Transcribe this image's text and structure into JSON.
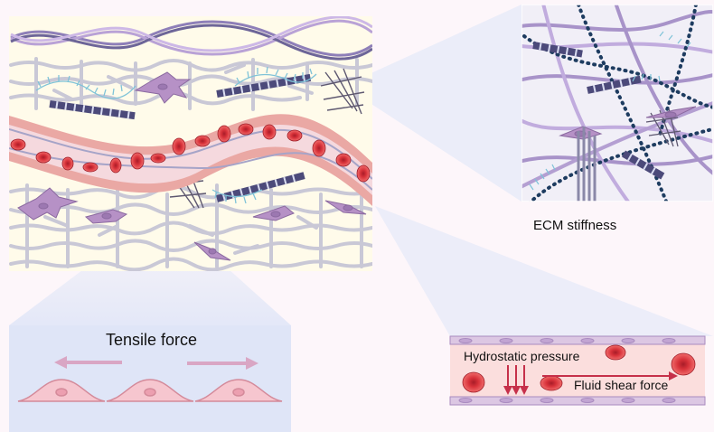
{
  "labels": {
    "ecm_stiffness": "ECM stiffness",
    "tensile_force": "Tensile force",
    "hydrostatic_pressure": "Hydrostatic pressure",
    "fluid_shear_force": "Fluid shear force"
  },
  "colors": {
    "background": "#fdf6fa",
    "tissue_panel": "#fffbea",
    "vessel_wall": "#eaa8a4",
    "red_blood_cell": "#d8323a",
    "collagen_fiber": "#b9a2d6",
    "fibroblast": "#b691c6",
    "callout_blue": "#e3e8f8",
    "arrow_pink": "#d9a6c4",
    "pressure_arrow": "#c6304a"
  }
}
